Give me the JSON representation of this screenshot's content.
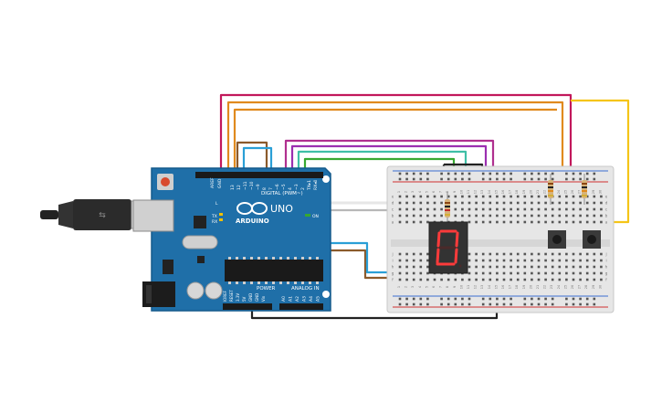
{
  "board": {
    "name": "ARDUINO",
    "model": "UNO",
    "digital_label": "DIGITAL (PWM~)",
    "power_label": "POWER",
    "analog_label": "ANALOG IN",
    "aref": "AREF",
    "gnd": "GND",
    "tx": "TX",
    "rx": "RX",
    "l": "L",
    "on": "ON",
    "digital_pins": [
      "13",
      "12",
      "~11",
      "~10",
      "~9",
      "8",
      "7",
      "~6",
      "~5",
      "4",
      "~3",
      "2",
      "TX▸1",
      "RX◂0"
    ],
    "power_pins": [
      "IOREF",
      "RESET",
      "3.3V",
      "5V",
      "GND",
      "GND",
      "Vin"
    ],
    "analog_pins": [
      "A0",
      "A1",
      "A2",
      "A3",
      "A4",
      "A5"
    ]
  },
  "display": {
    "digit": "0"
  },
  "breadboard": {
    "row_letters": [
      "a",
      "b",
      "c",
      "d",
      "e",
      "f",
      "g",
      "h",
      "i",
      "j"
    ],
    "col_numbers": [
      "1",
      "2",
      "3",
      "4",
      "5",
      "6",
      "7",
      "8",
      "9",
      "10",
      "11",
      "12",
      "13",
      "14",
      "15",
      "16",
      "17",
      "18",
      "19",
      "20",
      "21",
      "22",
      "23",
      "24",
      "25",
      "26",
      "27",
      "28",
      "29",
      "30"
    ]
  },
  "colors": {
    "board": "#1f6fa8",
    "board_dark": "#155a8c",
    "breadboard": "#e6e6e6",
    "seg_on": "#ff3b3b",
    "display_body": "#333333",
    "wire_red": "#c2185b",
    "wire_orange": "#e08a1e",
    "wire_yellow": "#f5c518",
    "wire_brown": "#8b5a2b",
    "wire_cyan": "#2a9fd6",
    "wire_purple": "#9b2fb0",
    "wire_magenta": "#b0308f",
    "wire_teal": "#3fbfa6",
    "wire_green": "#37a830",
    "wire_black": "#222222",
    "wire_gray": "#b8b8b8"
  }
}
